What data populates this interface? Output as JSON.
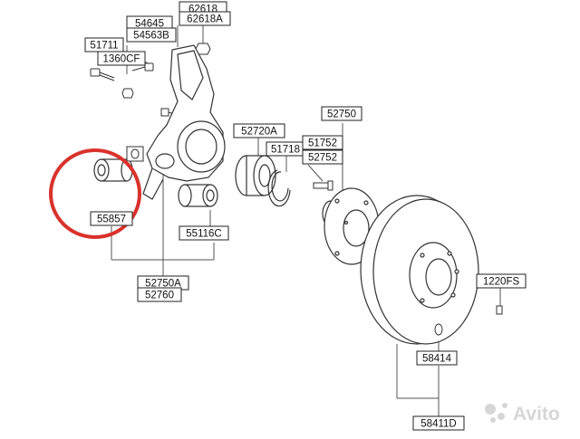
{
  "parts": {
    "p62618": "62618",
    "p62618A": "62618A",
    "p54645": "54645",
    "p54563B": "54563B",
    "p51711": "51711",
    "p1360CF": "1360CF",
    "p52720A": "52720A",
    "p52750": "52750",
    "p51718": "51718",
    "p51752": "51752",
    "p52752": "52752",
    "p55857": "55857",
    "p55116C": "55116C",
    "p52750A": "52750A",
    "p52760": "52760",
    "p1220FS": "1220FS",
    "p58414": "58414",
    "p58411D": "58411D"
  },
  "watermark": {
    "text": "Avito"
  },
  "colors": {
    "line": "#555555",
    "highlight": "#d9322b",
    "box_border": "#222222",
    "watermark": "#cfcfcf"
  }
}
